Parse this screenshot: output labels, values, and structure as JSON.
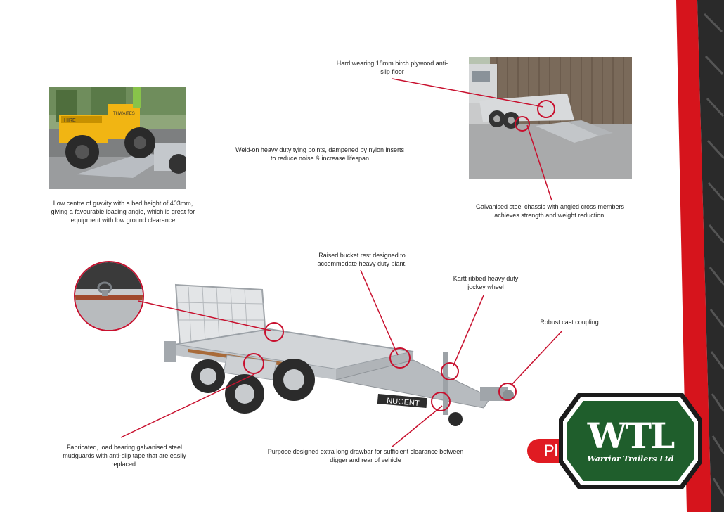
{
  "captions": {
    "plywood_floor": "Hard wearing 18mm birch plywood anti-slip floor",
    "tying_points": "Weld-on heavy duty tying points, dampened by nylon inserts to reduce noise & increase lifespan",
    "low_gravity": "Low centre of gravity with a bed height of 403mm, giving a favourable loading angle, which is great for equipment with low ground clearance",
    "chassis": "Galvanised steel chassis with angled cross members achieves strength and weight reduction.",
    "bucket_rest": "Raised bucket rest designed to accommodate heavy duty plant.",
    "jockey_wheel": "Kartt ribbed heavy duty jockey wheel",
    "coupling": "Robust cast coupling",
    "mudguards": "Fabricated, load bearing galvanised steel mudguards with anti-slip tape that are easily replaced.",
    "drawbar": "Purpose designed extra long drawbar for sufficient clearance between digger and rear of vehicle"
  },
  "photos": {
    "dumper_brand": "HIRE",
    "dumper_model": "THWAITES",
    "trailer_brand": "NUGENT"
  },
  "badge": {
    "text": "Pl"
  },
  "logo": {
    "big": "WTL",
    "small": "Warrior Trailers Ltd"
  },
  "colors": {
    "accent": "#e01b22",
    "logo_green": "#1f5e2c",
    "line": "#c8102e"
  }
}
